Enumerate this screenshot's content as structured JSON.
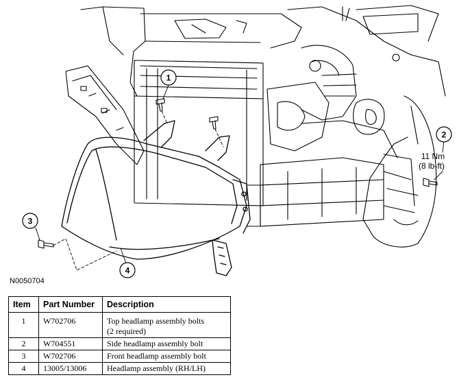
{
  "callouts": [
    {
      "number": "1"
    },
    {
      "number": "2"
    },
    {
      "number": "3"
    },
    {
      "number": "4"
    }
  ],
  "torque": {
    "nm": "11 Nm",
    "lbft": "(8 lb-ft)"
  },
  "figure_id": "N0050704",
  "table": {
    "headers": {
      "item": "Item",
      "part_number": "Part Number",
      "description": "Description"
    },
    "rows": [
      {
        "item": "1",
        "part_number": "W702706",
        "description": "Top headlamp assembly bolts",
        "description_line2": "(2 required)"
      },
      {
        "item": "2",
        "part_number": "W704551",
        "description": "Side headlamp assembly bolt",
        "description_line2": ""
      },
      {
        "item": "3",
        "part_number": "W702706",
        "description": "Front headlamp assembly bolt",
        "description_line2": ""
      },
      {
        "item": "4",
        "part_number": "13005/13006",
        "description": "Headlamp assembly (RH/LH)",
        "description_line2": ""
      }
    ]
  }
}
